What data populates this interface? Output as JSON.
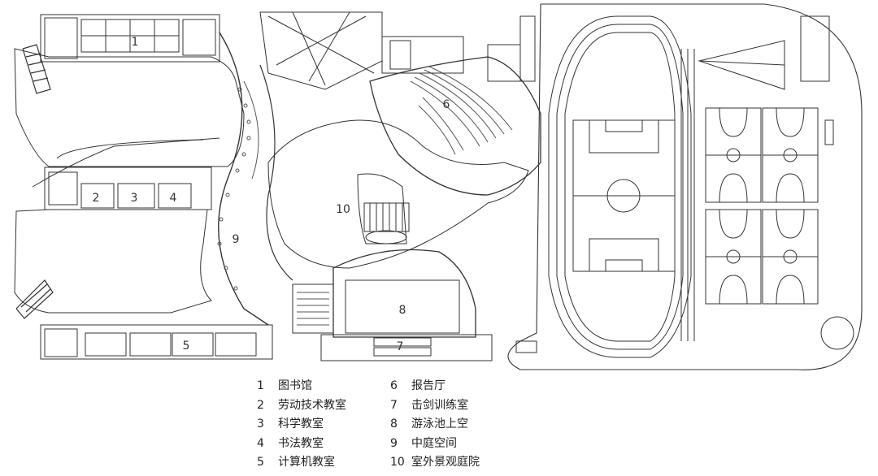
{
  "plan": {
    "labels": [
      "1",
      "2",
      "3",
      "4",
      "5",
      "6",
      "7",
      "8",
      "9",
      "10"
    ]
  },
  "legend": {
    "left": [
      {
        "num": "1",
        "text": "图书馆"
      },
      {
        "num": "2",
        "text": "劳动技术教室"
      },
      {
        "num": "3",
        "text": "科学教室"
      },
      {
        "num": "4",
        "text": "书法教室"
      },
      {
        "num": "5",
        "text": "计算机教室"
      }
    ],
    "right": [
      {
        "num": "6",
        "text": "报告厅"
      },
      {
        "num": "7",
        "text": "击剑训练室"
      },
      {
        "num": "8",
        "text": "游泳池上空"
      },
      {
        "num": "9",
        "text": "中庭空间"
      },
      {
        "num": "10",
        "text": "室外景观庭院"
      }
    ]
  },
  "colors": {
    "line": "#333333",
    "light": "#888888"
  }
}
